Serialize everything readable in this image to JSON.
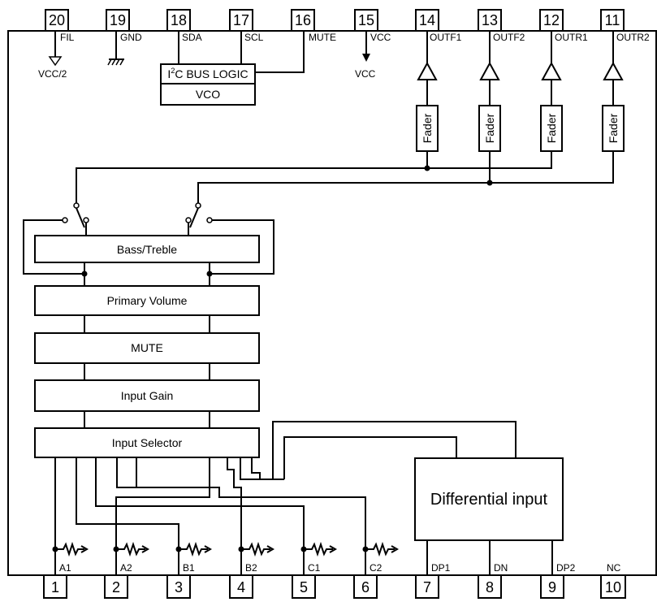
{
  "top_pins": [
    {
      "number": "20",
      "label": "FIL"
    },
    {
      "number": "19",
      "label": "GND"
    },
    {
      "number": "18",
      "label": "SDA"
    },
    {
      "number": "17",
      "label": "SCL"
    },
    {
      "number": "16",
      "label": "MUTE"
    },
    {
      "number": "15",
      "label": "VCC"
    },
    {
      "number": "14",
      "label": "OUTF1"
    },
    {
      "number": "13",
      "label": "OUTF2"
    },
    {
      "number": "12",
      "label": "OUTR1"
    },
    {
      "number": "11",
      "label": "OUTR2"
    }
  ],
  "bottom_pins": [
    {
      "number": "1",
      "label": "A1"
    },
    {
      "number": "2",
      "label": "A2"
    },
    {
      "number": "3",
      "label": "B1"
    },
    {
      "number": "4",
      "label": "B2"
    },
    {
      "number": "5",
      "label": "C1"
    },
    {
      "number": "6",
      "label": "C2"
    },
    {
      "number": "7",
      "label": "DP1"
    },
    {
      "number": "8",
      "label": "DN"
    },
    {
      "number": "9",
      "label": "DP2"
    },
    {
      "number": "10",
      "label": "NC"
    }
  ],
  "supply_labels": {
    "fil_ref": "VCC/2",
    "vcc_ref": "VCC"
  },
  "i2c_block": {
    "superscript_prefix": "I",
    "superscript": "2",
    "label_rest": "C BUS LOGIC"
  },
  "vco_block": "VCO",
  "fader_label": "Fader",
  "blocks": {
    "bass_treble": "Bass/Treble",
    "primary_volume": "Primary Volume",
    "mute": "MUTE",
    "input_gain": "Input Gain",
    "input_selector": "Input Selector",
    "differential_input": "Differential input"
  }
}
